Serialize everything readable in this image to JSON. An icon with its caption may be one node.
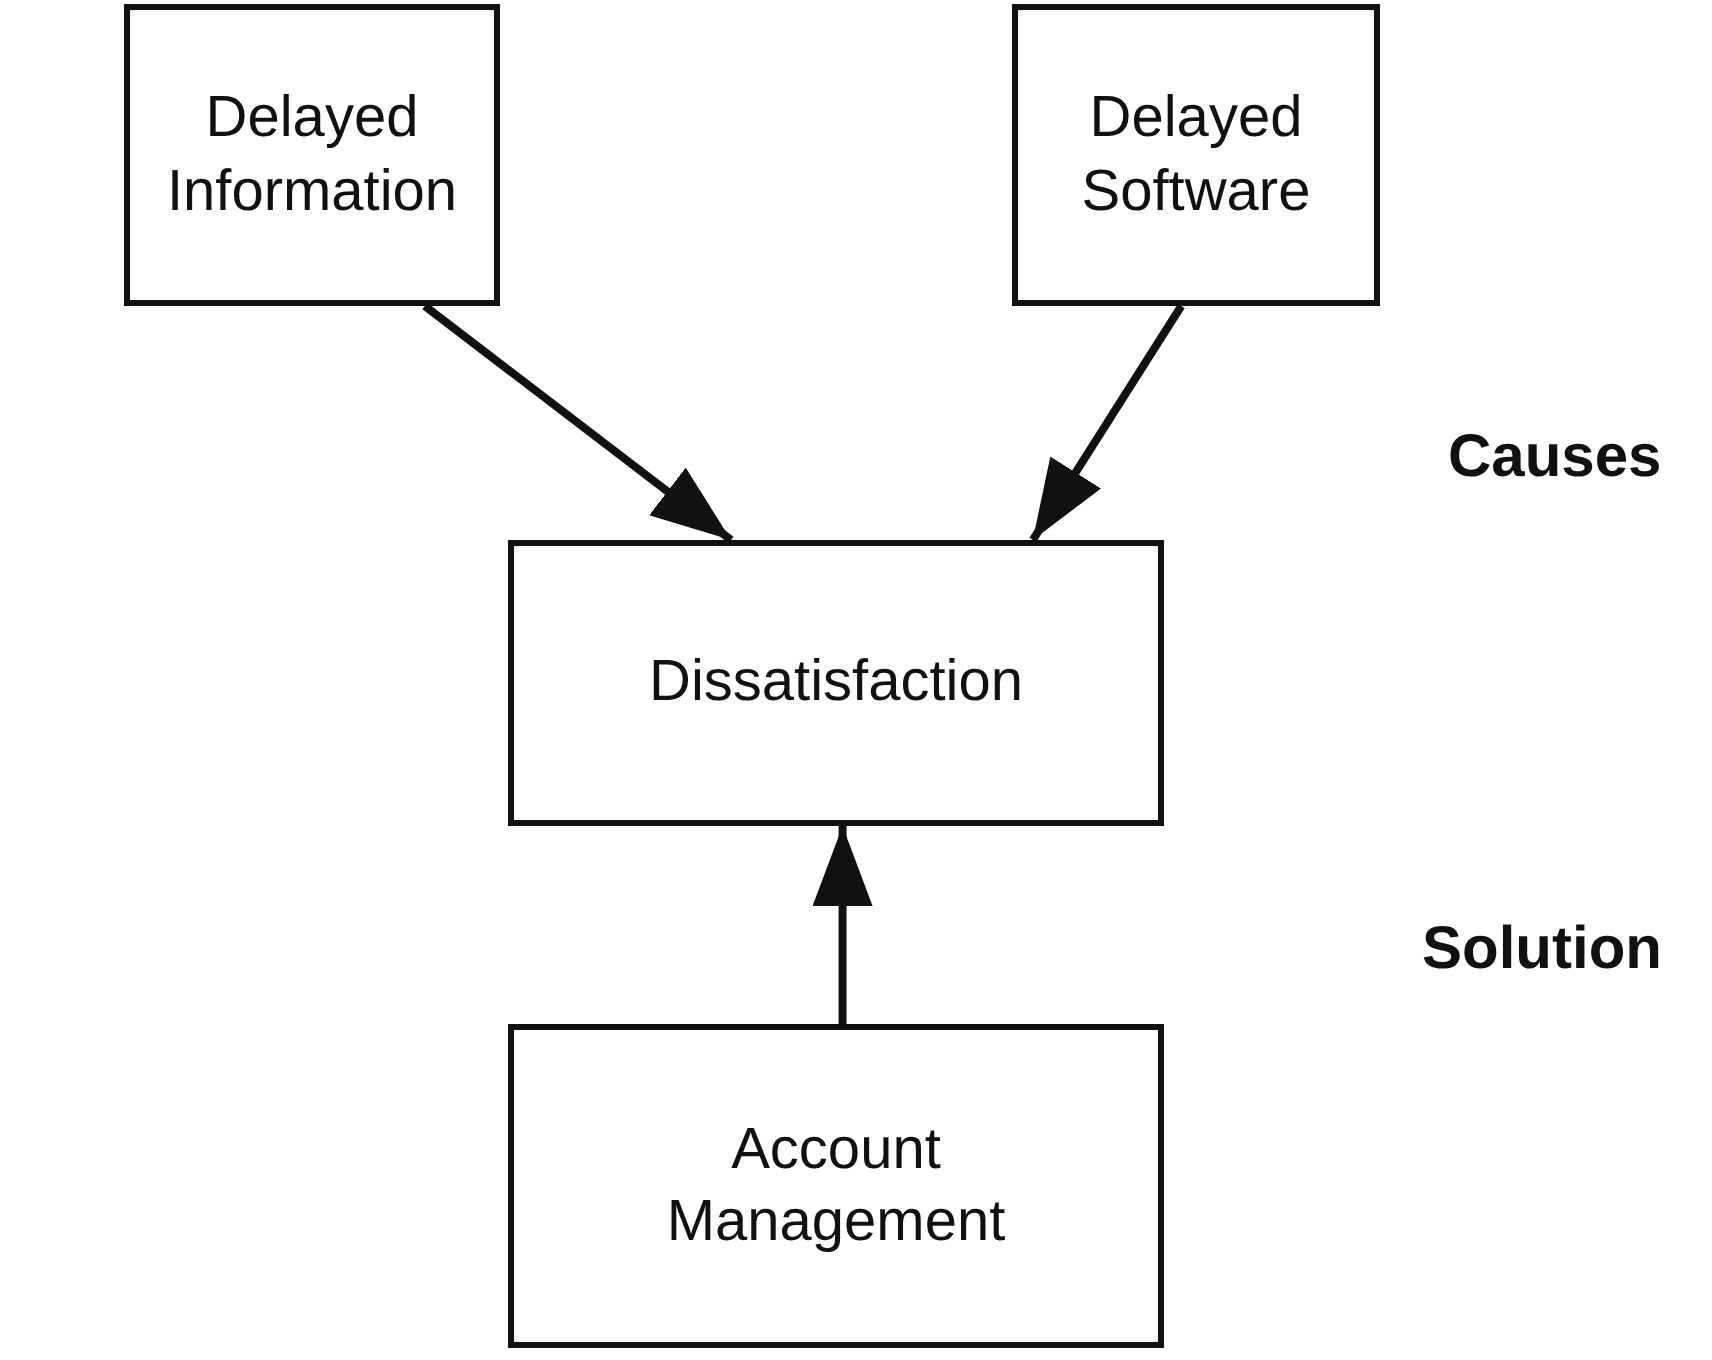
{
  "diagram": {
    "nodes": [
      {
        "text": [
          "Delayed Information"
        ]
      },
      {
        "text": [
          "Delayed Software"
        ]
      },
      {
        "text": [
          "Dissatisfaction"
        ]
      },
      {
        "text": [
          "Account Management"
        ]
      }
    ],
    "edges": [
      {
        "from": 0,
        "to": 2,
        "arrow": "to"
      },
      {
        "from": 1,
        "to": 2,
        "arrow": "to"
      },
      {
        "from": 3,
        "to": 2,
        "arrow": "to"
      }
    ],
    "labels": [
      "Causes",
      "Solution"
    ]
  }
}
